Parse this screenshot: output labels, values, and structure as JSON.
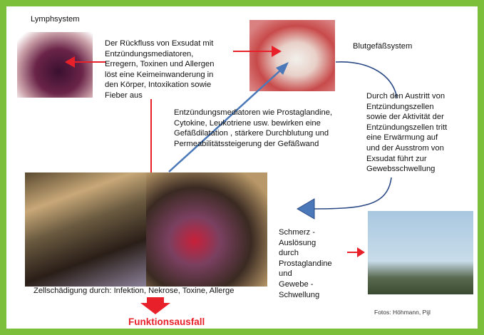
{
  "labels": {
    "lymph": "Lymphsystem",
    "blood": "Blutgefäßsystem",
    "reflux": "Der Rückfluss von Exsudat mit\nEntzündungsmediatoren,\nErregern, Toxinen und Allergen\nlöst eine  Keimeinwanderung in\nden Körper, Intoxikation sowie\nFieber aus",
    "mediators": "Entzündungsmediatoren wie Prostaglandine,\nCytokine, Leukotriene usw. bewirken eine\nGefäßdilatation , stärkere Durchblutung und\nPermeabilitätssteigerung der Gefäßwand",
    "exit": "Durch den Austritt von\nEntzündungszellen\nsowie der Aktivität der\nEntzündungszellen tritt\neine Erwärmung auf\nund  der Ausstrom von\nExsudat führt zur\nGewebsschwellung",
    "pain": "Schmerz -\nAuslösung\ndurch\nProstaglandine\nund\nGewebe  -\nSchwellung",
    "damage": "Zellschädigung durch: Infektion, Nekrose, Toxine, Allerge",
    "photos": "Fotos: Höhmann, Pijl",
    "failure": "Funktionsausfall"
  },
  "colors": {
    "border": "#7bbf3a",
    "red_arrow": "#e8202a",
    "blue_arrow": "#4a78b8",
    "blue_line": "#2b4a86",
    "failure_text": "#e8202a"
  }
}
